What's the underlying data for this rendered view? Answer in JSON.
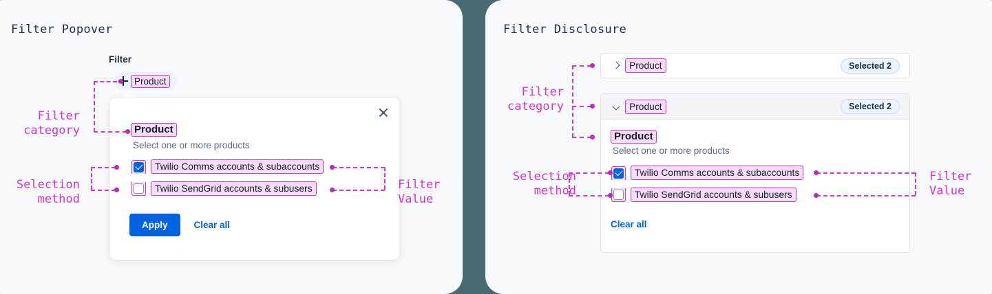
{
  "colors": {
    "background": "#4a6a73",
    "panel": "#f8f9fa",
    "accent_blue": "#0263e0",
    "annotation_magenta": "#d633d6",
    "highlight_fill": "#f7dcf7",
    "chip_blue": "#e9f2fd",
    "badge_blue": "#eaf3fe"
  },
  "panels": {
    "left": {
      "title": "Filter Popover",
      "filter_label": "Filter",
      "chip": {
        "icon": "plus-icon",
        "label": "Product"
      },
      "popover": {
        "close_icon": "close-icon",
        "group_title": "Product",
        "group_subtitle": "Select one or more products",
        "options": [
          {
            "label": "Twilio Comms accounts & subaccounts",
            "checked": true
          },
          {
            "label": "Twilio SendGrid accounts & subusers",
            "checked": false
          }
        ],
        "apply_label": "Apply",
        "clear_label": "Clear all"
      },
      "annotations": [
        {
          "text": "Filter\ncategory"
        },
        {
          "text": "Selection\nmethod"
        },
        {
          "text": "Filter\nValue"
        }
      ]
    },
    "right": {
      "title": "Filter Disclosure",
      "rows": [
        {
          "chevron": "chevron-right-icon",
          "label": "Product",
          "badge": "Selected 2",
          "expanded": false
        },
        {
          "chevron": "chevron-down-icon",
          "label": "Product",
          "badge": "Selected 2",
          "expanded": true,
          "group_title": "Product",
          "group_subtitle": "Select one or more products",
          "options": [
            {
              "label": "Twilio Comms accounts & subaccounts",
              "checked": true
            },
            {
              "label": "Twilio SendGrid accounts & subusers",
              "checked": false
            }
          ],
          "clear_label": "Clear all"
        }
      ],
      "annotations": [
        {
          "text": "Filter\ncategory"
        },
        {
          "text": "Selection\nmethod"
        },
        {
          "text": "Filter\nValue"
        }
      ]
    }
  }
}
